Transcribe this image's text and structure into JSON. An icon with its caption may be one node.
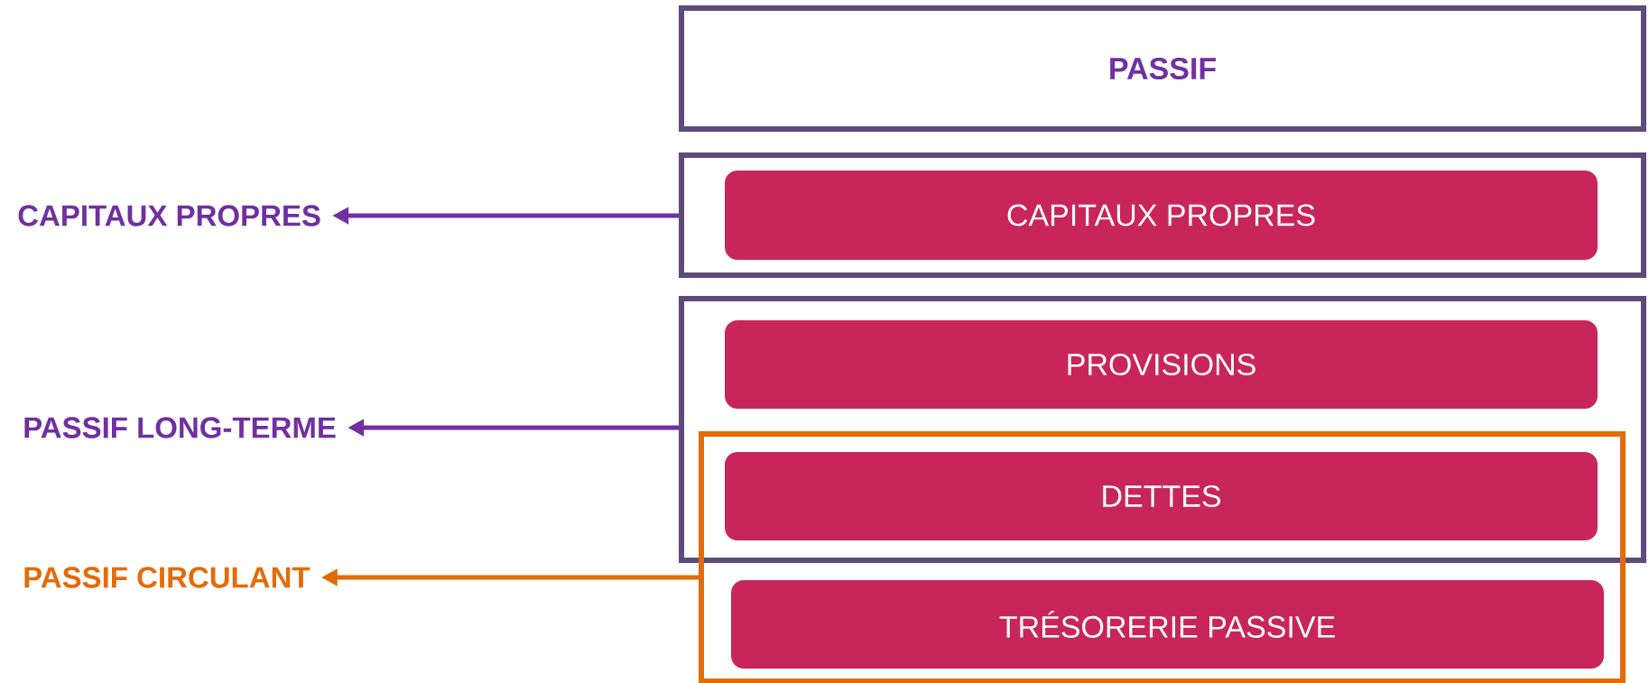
{
  "diagram": {
    "nodes": [
      {
        "text": [
          "PASSIF"
        ]
      },
      {
        "text": [],
        "shape": "box"
      },
      {
        "text": [
          "CAPITAUX PROPRES"
        ],
        "in": 1
      },
      {
        "text": [],
        "shape": "box"
      },
      {
        "text": [
          "PROVISIONS"
        ],
        "in": 3
      },
      {
        "text": [],
        "shape": "box"
      },
      {
        "text": [
          "DETTES"
        ]
      },
      {
        "text": [
          "TRÉSORERIE PASSIVE"
        ],
        "in": 5
      },
      {
        "text": [
          "CAPITAUX PROPRES"
        ]
      },
      {
        "text": [
          "PASSIF LONG-TERME"
        ]
      },
      {
        "text": [
          "PASSIF CIRCULANT"
        ]
      }
    ],
    "edges": [
      {
        "from": 1,
        "to": 8,
        "arrow": "to"
      },
      {
        "from": 3,
        "to": 9,
        "arrow": "to"
      },
      {
        "from": 5,
        "to": 10,
        "arrow": "to",
        "color": "#e36c0a"
      }
    ]
  }
}
